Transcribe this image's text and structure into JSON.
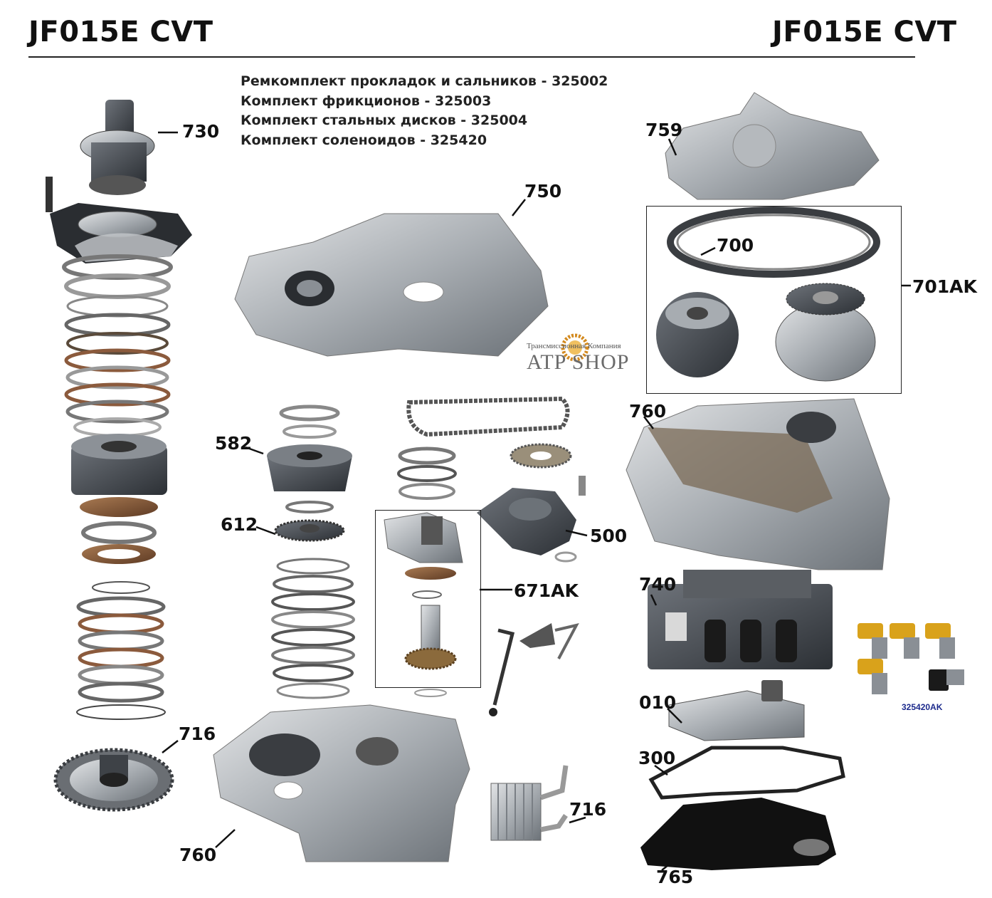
{
  "header": {
    "title_left": "JF015E CVT",
    "title_right": "JF015E CVT"
  },
  "kits": [
    "Ремкомплект прокладок и сальников - 325002",
    "Комплект фрикционов - 325003",
    "Комплект стальных дисков - 325004",
    "Комплект соленоидов - 325420"
  ],
  "logo": {
    "subtitle": "Трансмиссионная Компания",
    "name": "ATP SHOP"
  },
  "callouts": {
    "c730": "730",
    "c750": "750",
    "c759": "759",
    "c700": "700",
    "c701ak": "701AK",
    "c760_top": "760",
    "c582": "582",
    "c612": "612",
    "c500": "500",
    "c671ak": "671AK",
    "c740": "740",
    "c010": "010",
    "c716_left": "716",
    "c716_right": "716",
    "c300": "300",
    "c760_bottom": "760",
    "c765": "765",
    "c325420ak": "325420AK"
  },
  "colors": {
    "metal_light": "#c9ccd0",
    "metal_mid": "#9aa0a6",
    "metal_dark": "#4a4f55",
    "clutch_brown": "#8b5a3c",
    "black": "#1a1a1a",
    "solenoid_yellow": "#d9a21b"
  }
}
